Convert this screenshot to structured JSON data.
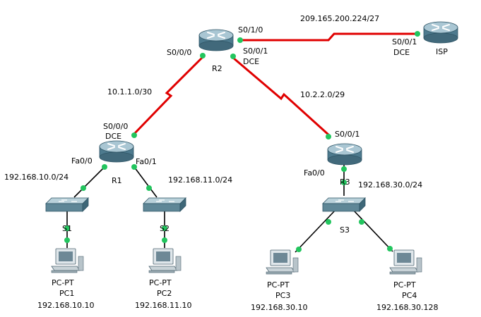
{
  "colors": {
    "serial_link": "#e00000",
    "ethernet_link": "#000000",
    "link_up": "#22c55e",
    "router_body": "#4d7a8e",
    "router_top": "#a9c6d3",
    "switch_body": "#5f8797",
    "switch_top": "#b9d1da"
  },
  "devices": {
    "r2": {
      "label": "R2",
      "icon": "router-icon"
    },
    "isp": {
      "label": "ISP",
      "icon": "router-icon"
    },
    "r1": {
      "label": "R1",
      "icon": "router-icon"
    },
    "r3": {
      "label": "R3",
      "icon": "router-icon"
    },
    "s1": {
      "label": "S1",
      "icon": "switch-icon"
    },
    "s2": {
      "label": "S2",
      "icon": "switch-icon"
    },
    "s3": {
      "label": "S3",
      "icon": "switch-icon"
    },
    "pc1": {
      "type": "PC-PT",
      "label": "PC1",
      "ip": "192.168.10.10",
      "icon": "pc-icon"
    },
    "pc2": {
      "type": "PC-PT",
      "label": "PC2",
      "ip": "192.168.11.10",
      "icon": "pc-icon"
    },
    "pc3": {
      "type": "PC-PT",
      "label": "PC3",
      "ip": "192.168.30.10",
      "icon": "pc-icon"
    },
    "pc4": {
      "type": "PC-PT",
      "label": "PC4",
      "ip": "192.168.30.128",
      "icon": "pc-icon"
    }
  },
  "interfaces": {
    "r2_s0_1_0": "S0/1/0",
    "r2_s0_0_0": "S0/0/0",
    "r2_s0_0_1": "S0/0/1",
    "r2_dce": "DCE",
    "isp_s0_0_1": "S0/0/1",
    "isp_dce": "DCE",
    "r1_s0_0_0": "S0/0/0",
    "r1_dce": "DCE",
    "r1_fa0_0": "Fa0/0",
    "r1_fa0_1": "Fa0/1",
    "r3_s0_0_1": "S0/0/1",
    "r3_fa0_0": "Fa0/0"
  },
  "networks": {
    "r2_isp": "209.165.200.224/27",
    "r1_r2": "10.1.1.0/30",
    "r2_r3": "10.2.2.0/29",
    "lan_r1_s1": "192.168.10.0/24",
    "lan_r1_s2": "192.168.11.0/24",
    "lan_r3_s3": "192.168.30.0/24"
  }
}
